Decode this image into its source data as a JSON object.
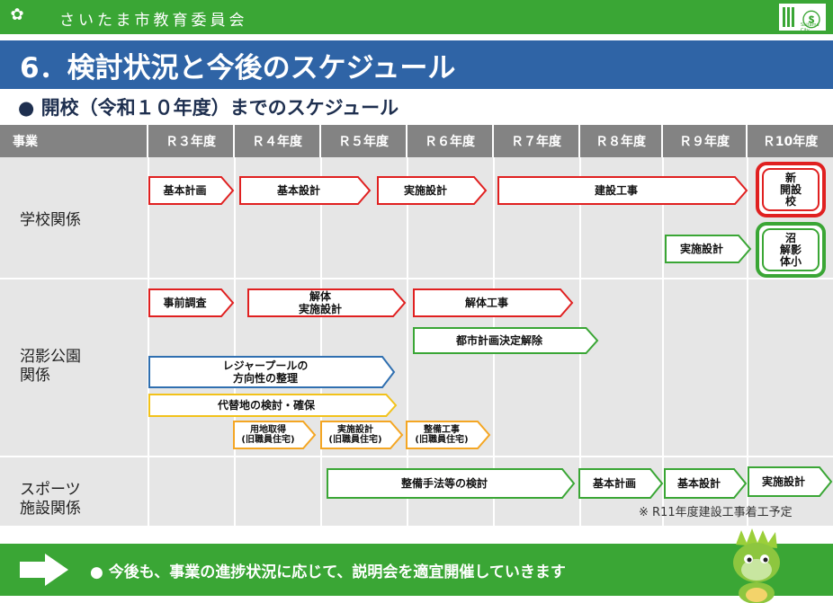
{
  "header": {
    "org_name": "さいたま市教育委員会",
    "logo_text": "Saitama City",
    "logo_mark": "ⓢ",
    "emblem_glyph": "✿"
  },
  "title": "6．検討状況と今後のスケジュール",
  "subheading": "● 開校（令和１０年度）までのスケジュール",
  "table": {
    "columns": [
      "事業",
      "Ｒ３年度",
      "Ｒ４年度",
      "Ｒ５年度",
      "Ｒ６年度",
      "Ｒ７年度",
      "Ｒ８年度",
      "Ｒ９年度",
      "Ｒ10年度"
    ],
    "rows": [
      {
        "label": "学校関係"
      },
      {
        "label": "沼影公園\n関係"
      },
      {
        "label": "スポーツ\n施設関係"
      }
    ]
  },
  "school": {
    "items": [
      "基本計画",
      "基本設計",
      "実施設計",
      "建設工事",
      "実施設計"
    ],
    "badge_new": "新\n開設\n校",
    "badge_demolish": "沼\n解影\n体小"
  },
  "park": {
    "items": [
      "事前調査",
      "解体\n実施設計",
      "解体工事",
      "都市計画決定解除",
      "レジャープールの\n方向性の整理",
      "代替地の検討・確保",
      "用地取得\n(旧職員住宅)",
      "実施設計\n(旧職員住宅)",
      "整備工事\n(旧職員住宅)"
    ]
  },
  "sports": {
    "items": [
      "整備手法等の検討",
      "基本計画",
      "基本設計",
      "実施設計"
    ]
  },
  "footnote": "※ R11年度建設工事着工予定",
  "bottom": {
    "message": "●  今後も、事業の進捗状況に応じて、説明会を適宜開催していきます"
  },
  "colors": {
    "header_green": "#3aa635",
    "title_blue": "#2f64a6",
    "red": "#e02020",
    "green": "#3aa635",
    "blue": "#2f6fb0",
    "yellow": "#f2c21a",
    "orange": "#f4a623"
  }
}
